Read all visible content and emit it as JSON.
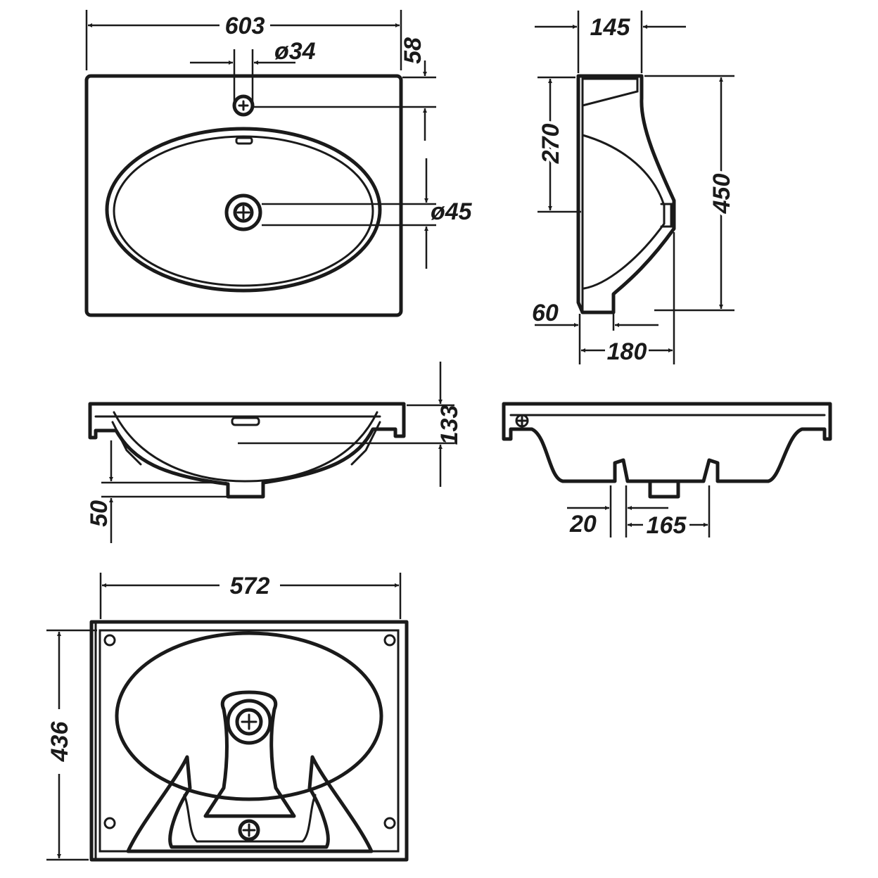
{
  "dimensions": {
    "top_width": "603",
    "tap_hole_offset": "58",
    "tap_hole_diameter": "ø34",
    "drain_diameter": "ø45",
    "side_depth": "145",
    "side_tap_height": "270",
    "side_total_depth": "450",
    "side_back": "60",
    "side_bowl": "180",
    "front_height": "133",
    "front_drain": "50",
    "rear_wall": "20",
    "rear_bracket_spacing": "165",
    "bottom_width": "572",
    "bottom_depth": "436"
  }
}
